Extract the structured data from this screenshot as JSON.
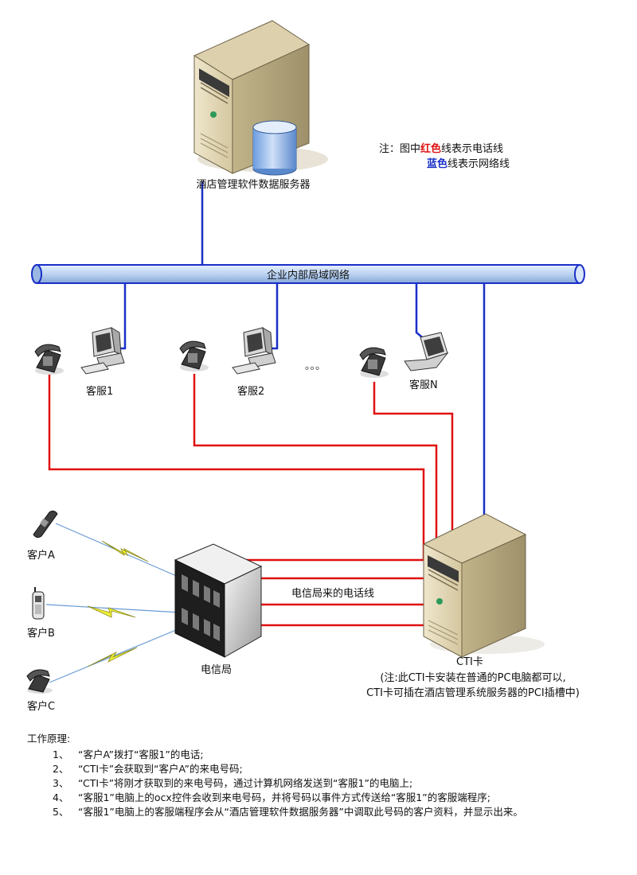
{
  "server_label": "酒店管理软件数据服务器",
  "legend": {
    "prefix": "注：图中",
    "red_word": "红色",
    "red_rest": "线表示电话线",
    "blue_word": "蓝色",
    "blue_rest": "线表示网络线"
  },
  "lan_label": "企业内部局域网络",
  "agents": [
    "客服1",
    "客服2",
    "客服N"
  ],
  "ellipsis": "。。。",
  "customers": [
    "客户A",
    "客户B",
    "客户C"
  ],
  "telecom_label": "电信局",
  "trunk_label": "电信局来的电话线",
  "cti": {
    "label": "CTI卡",
    "note1": "(注:此CTI卡安装在普通的PC电脑都可以,",
    "note2": "CTI卡可插在酒店管理系统服务器的PCI插槽中)"
  },
  "principle": {
    "title": "工作原理:",
    "steps": [
      {
        "num": "1、",
        "text": "“客户A”拨打“客服1”的电话;"
      },
      {
        "num": "2、",
        "text": "“CTI卡”会获取到“客户A”的来电号码;"
      },
      {
        "num": "3、",
        "text": "“CTI卡”将刚才获取到的来电号码，通过计算机网络发送到“客服1”的电脑上;"
      },
      {
        "num": "4、",
        "text": "“客服1”电脑上的ocx控件会收到来电号码，并将号码以事件方式传送给“客服1”的客服端程序;"
      },
      {
        "num": "5、",
        "text": "“客服1”电脑上的客服端程序会从“酒店管理软件数据服务器”中调取此号码的客户资料，并显示出来。"
      }
    ]
  },
  "colors": {
    "phone_line": "#e01010",
    "network_line": "#1a2fc8",
    "lan_pipe": "#bcd3f2",
    "legend_red": "#e01010",
    "legend_blue": "#1a2fc8"
  }
}
